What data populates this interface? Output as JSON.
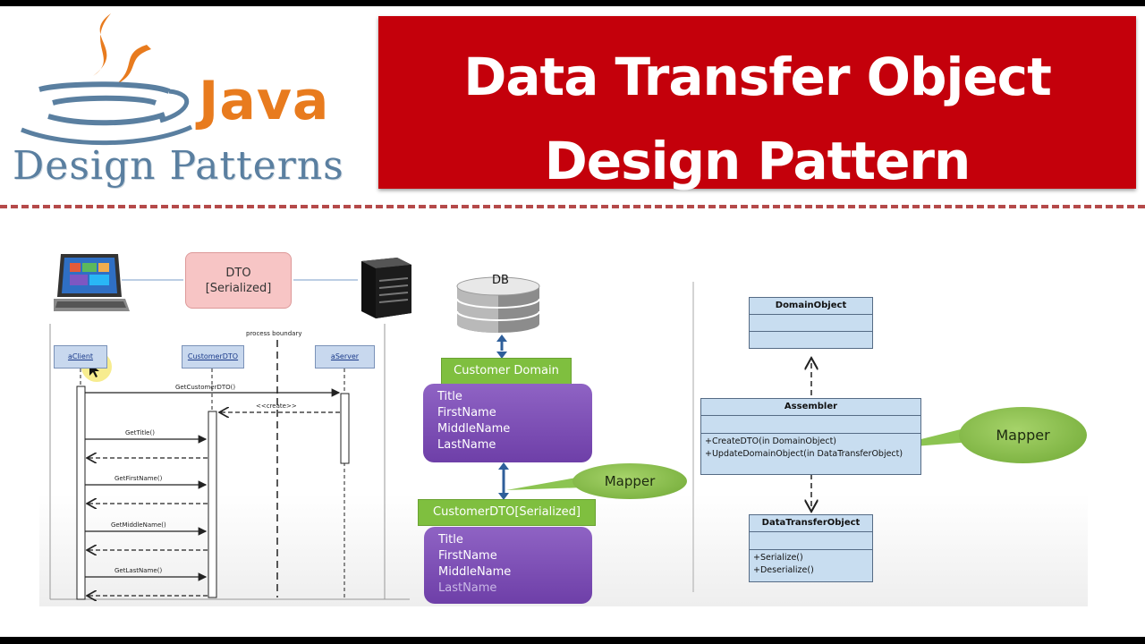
{
  "logo": {
    "java_text": "Java",
    "design_patterns_text": "Design Patterns"
  },
  "title": {
    "line1": "Data Transfer Object",
    "line2": "Design Pattern"
  },
  "left_diagram": {
    "dto_box_line1": "DTO",
    "dto_box_line2": "[Serialized]",
    "process_boundary": "process boundary",
    "lifelines": [
      "aClient",
      "CustomerDTO",
      "aServer"
    ],
    "messages": {
      "get_customer_dto": "GetCustomerDTO()",
      "create": "<<create>>",
      "get_title": "GetTitle()",
      "get_first_name": "GetFirstName()",
      "get_middle_name": "GetMiddleName()",
      "get_last_name": "GetLastName()"
    }
  },
  "middle_diagram": {
    "db_label": "DB",
    "customer_domain_label": "Customer  Domain",
    "domain_fields": [
      "Title",
      "FirstName",
      "MiddleName",
      "LastName"
    ],
    "mapper_label": "Mapper",
    "dto_label": "CustomerDTO[Serialized]",
    "dto_fields": [
      "Title",
      "FirstName",
      "MiddleName",
      "LastName"
    ]
  },
  "right_diagram": {
    "domain_object": "DomainObject",
    "assembler": "Assembler",
    "assembler_methods": [
      "+CreateDTO(in DomainObject)",
      "+UpdateDomainObject(in DataTransferObject)"
    ],
    "mapper_label": "Mapper",
    "data_transfer_object": "DataTransferObject",
    "dto_methods": [
      "+Serialize()",
      "+Deserialize()"
    ]
  },
  "colors": {
    "title_red": "#c4000b",
    "java_orange": "#e87b1e",
    "logo_blue": "#5a7fa0",
    "green": "#7fbf3f",
    "purple": "#7b4db5",
    "uml_blue": "#c8ddf0"
  }
}
